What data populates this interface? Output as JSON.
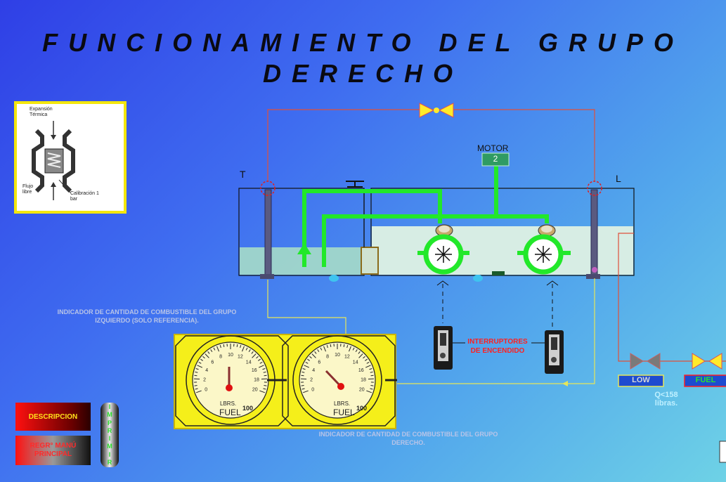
{
  "title": {
    "line1": "FUNCIONAMIENTO DEL GRUPO",
    "line2": "DERECHO"
  },
  "inset": {
    "expansion": "Expansión Térmica",
    "flujo": "Flujo libre",
    "calibracion": "Calibración 1 bar"
  },
  "tank": {
    "left_label": "T",
    "right_label": "L"
  },
  "motor": {
    "label": "MOTOR",
    "number": "2"
  },
  "switches_label": "INTERRUPTORES DE ENCENDIDO",
  "gauges": {
    "units": "LBRS.",
    "fuel": "FUEL",
    "hundred": "100",
    "ticks": [
      "0",
      "2",
      "4",
      "6",
      "8",
      "10",
      "12",
      "14",
      "16",
      "18",
      "20"
    ]
  },
  "notes": {
    "left_group": "INDICADOR DE CANTIDAD DE COMBUSTIBLE DEL GRUPO IZQUIERDO (SOLO REFERENCIA).",
    "right_group": "INDICADOR DE CANTIDAD DE COMBUSTIBLE DEL GRUPO DERECHO."
  },
  "warning": {
    "low_label": "LOW",
    "fuel_label": "FUEL",
    "condition": "Q<158 libras."
  },
  "buttons": {
    "descripcion": "DESCRIPCION",
    "regresar": "REGR° MANÚ PRINCIPAL",
    "imprimir": "IMPRIMIR"
  },
  "colors": {
    "pipe": "#22e82a",
    "fuel": "#a6dcc8",
    "warning_red": "#ff2020",
    "gauge_panel": "#f5ef1a"
  }
}
